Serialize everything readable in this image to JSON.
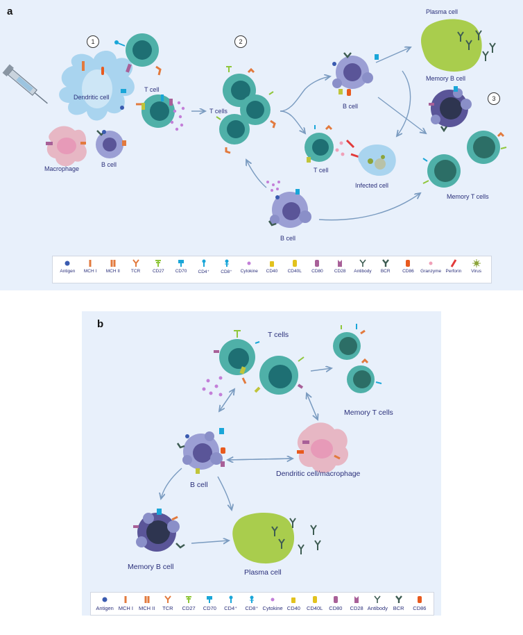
{
  "panel_a": {
    "label": "a",
    "step_numbers": [
      "1",
      "2",
      "3"
    ],
    "labels": {
      "dendritic_cell": "Dendritic cell",
      "t_cell": "T cell",
      "macrophage": "Macrophage",
      "b_cell": "B cell",
      "t_cells": "T cells",
      "b_cell_upper": "B cell",
      "t_cell_lower": "T cell",
      "infected_cell": "Infected cell",
      "b_cell_bottom": "B cell",
      "plasma_cell": "Plasma cell",
      "memory_b_cell": "Memory B cell",
      "memory_t_cells": "Memory T cells"
    }
  },
  "panel_b": {
    "label": "b",
    "labels": {
      "t_cells": "T cells",
      "memory_t_cells": "Memory T cells",
      "b_cell": "B cell",
      "dendritic_macrophage": "Dendritic cell/macrophage",
      "memory_b_cell": "Memory B cell",
      "plasma_cell": "Plasma cell"
    }
  },
  "legend_a": [
    "Antigen",
    "MCH I",
    "MCH II",
    "TCR",
    "CD27",
    "CD70",
    "CD4⁺",
    "CD8⁺",
    "Cytokine",
    "CD40",
    "CD40L",
    "CD80",
    "CD28",
    "Antibody",
    "BCR",
    "CD86",
    "Granzyme",
    "Perforin",
    "Virus"
  ],
  "legend_b": [
    "Antigen",
    "MCH I",
    "MCH II",
    "TCR",
    "CD27",
    "CD70",
    "CD4⁺",
    "CD8⁺",
    "Cytokine",
    "CD40",
    "CD40L",
    "CD80",
    "CD28",
    "Antibody",
    "BCR",
    "CD86"
  ],
  "colors": {
    "panel_bg": "#e8f0fb",
    "t_cell": "#4fb0a8",
    "t_cell_nucleus": "#1e6f73",
    "b_cell": "#9b9fd4",
    "b_cell_nucleus": "#5a5598",
    "dendritic": "#a9d4ef",
    "macrophage": "#e7b7c4",
    "plasma": "#a9cd4d",
    "memory_b": "#2e3550",
    "memory_t": "#2c6e66",
    "arrow": "#7a9bc0",
    "text": "#2a2f7a"
  }
}
